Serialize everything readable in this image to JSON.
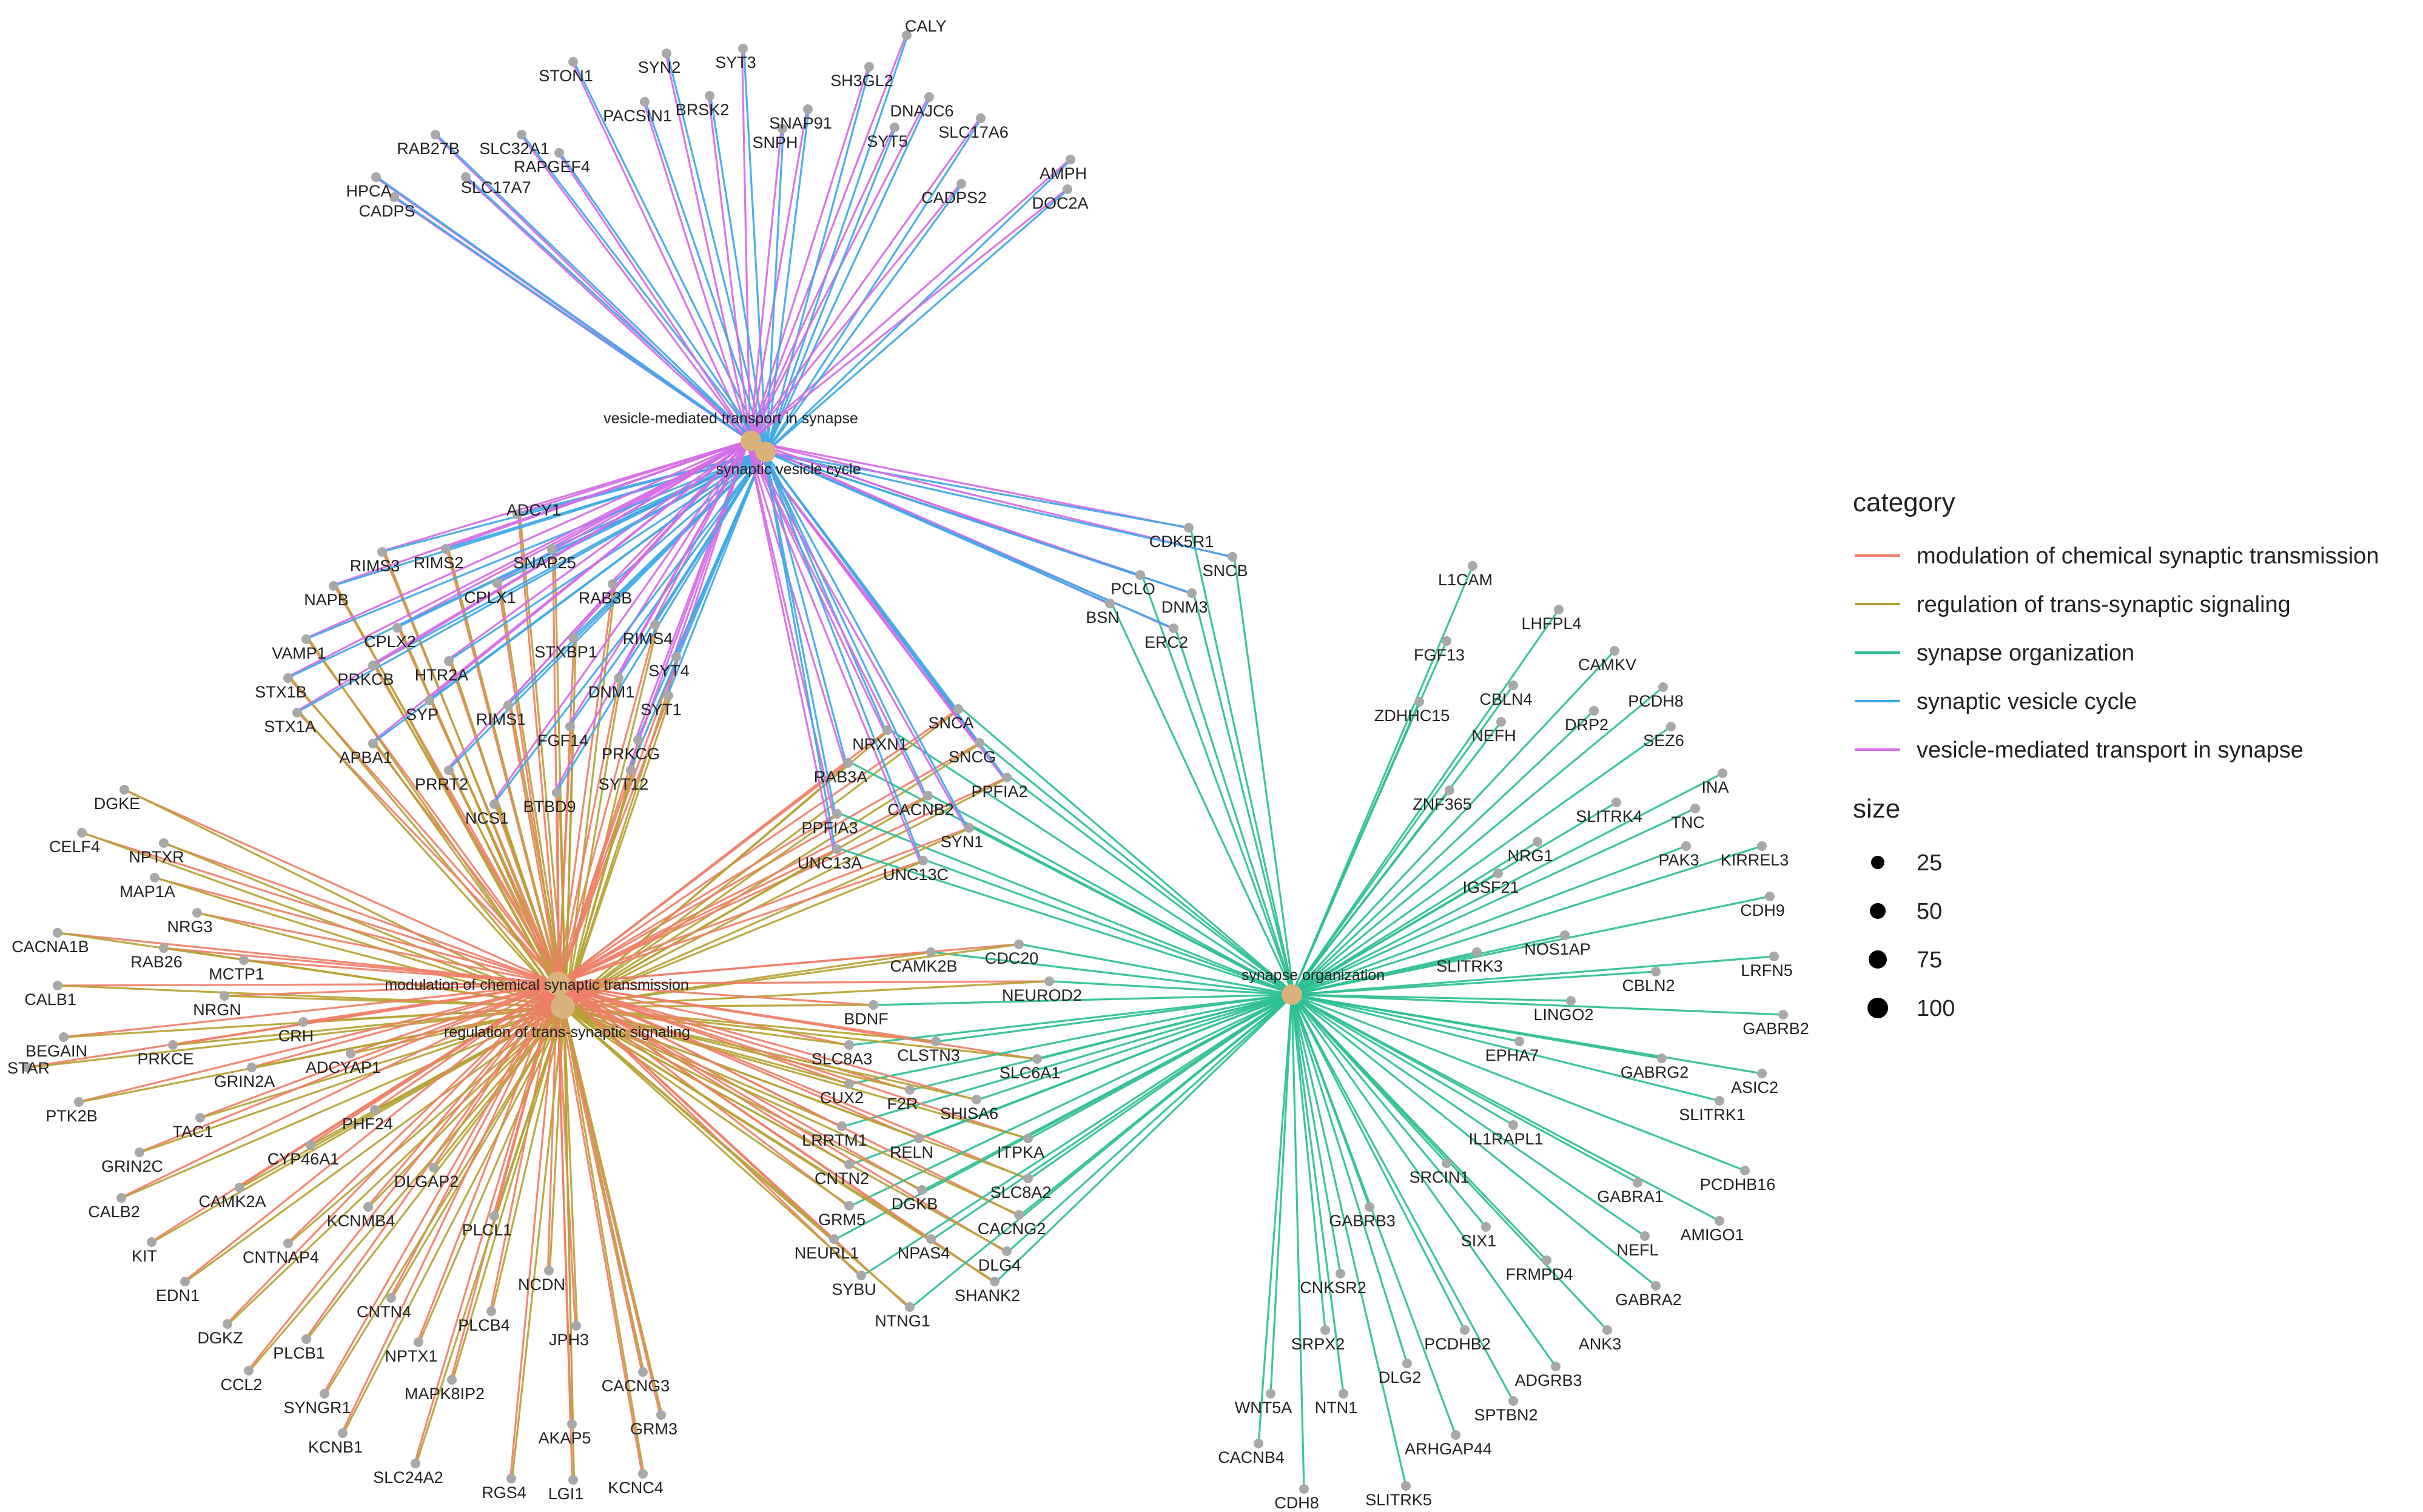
{
  "legend": {
    "category_title": "category",
    "size_title": "size",
    "categories": [
      {
        "label": "modulation of chemical synaptic transmission",
        "color": "#F07E68"
      },
      {
        "label": "regulation of trans-synaptic signaling",
        "color": "#B5A334"
      },
      {
        "label": "synapse organization",
        "color": "#2CBF94"
      },
      {
        "label": "synaptic vesicle cycle",
        "color": "#3EA8E6"
      },
      {
        "label": "vesicle-mediated transport in synapse",
        "color": "#D66BE6"
      }
    ],
    "sizes": [
      "25",
      "50",
      "75",
      "100"
    ]
  },
  "hubs": {
    "vesicle": "vesicle-mediated transport in synapse",
    "svc": "synaptic vesicle cycle",
    "mod": "modulation of chemical synaptic transmission",
    "reg": "regulation of trans-synaptic signaling",
    "org": "synapse organization"
  },
  "genes": {
    "vesicle_only": [
      "STON1",
      "SYN2",
      "SYT3",
      "CALY",
      "SH3GL2",
      "DNAJC6",
      "PACSIN1",
      "BRSK2",
      "SNAP91",
      "SLC17A6",
      "RAB27B",
      "SLC32A1",
      "RAPGEF4",
      "SNPH",
      "SYT5",
      "AMPH",
      "HPCA",
      "SLC17A7",
      "CADPS",
      "CADPS2",
      "DOC2A"
    ],
    "vesicle_org": [
      "CDK5R1",
      "SNCB",
      "PCLO",
      "DNM3",
      "BSN",
      "ERC2"
    ],
    "vesicle_mod": [
      "ADCY1",
      "RIMS3",
      "RIMS2",
      "SNAP25",
      "NAPB",
      "CPLX1",
      "RAB3B",
      "VAMP1",
      "CPLX2",
      "STXBP1",
      "RIMS4",
      "STX1B",
      "PRKCB",
      "HTR2A",
      "SYT4",
      "STX1A",
      "SYP",
      "DNM1",
      "SYT1",
      "RIMS1",
      "FGF14",
      "PRKCG",
      "APBA1",
      "PRRT2",
      "SYT12",
      "NCS1",
      "BTBD9"
    ],
    "all": [
      "NRXN1",
      "SNCA",
      "SNCG",
      "RAB3A",
      "PPFIA2",
      "CACNB2",
      "PPFIA3",
      "SYN1",
      "UNC13A",
      "UNC13C"
    ],
    "mod_only": [
      "DGKE",
      "CELF4",
      "NPTXR",
      "MAP1A",
      "NRG3",
      "CACNA1B",
      "RAB26",
      "MCTP1",
      "CALB1",
      "NRGN",
      "CRH",
      "BEGAIN",
      "PRKCE",
      "STAR",
      "GRIN2A",
      "ADCYAP1",
      "PTK2B",
      "TAC1",
      "PHF24",
      "GRIN2C",
      "CYP46A1",
      "CALB2",
      "CAMK2A",
      "DLGAP2",
      "KIT",
      "KCNMB4",
      "EDN1",
      "CNTNAP4",
      "PLCL1",
      "DGKZ",
      "CNTN4",
      "NCDN",
      "PLCB1",
      "PLCB4",
      "CCL2",
      "NPTX1",
      "JPH3",
      "SYNGR1",
      "MAPK8IP2",
      "CACNG3",
      "KCNB1",
      "AKAP5",
      "GRM3",
      "SLC24A2",
      "RGS4",
      "LGI1",
      "KCNC4"
    ],
    "mod_org": [
      "CAMK2B",
      "CDC20",
      "NEUROD2",
      "BDNF",
      "CLSTN3",
      "SLC8A3",
      "SLC6A1",
      "CUX2",
      "F2R",
      "SHISA6",
      "LRRTM1",
      "RELN",
      "ITPKA",
      "CNTN2",
      "DGKB",
      "SLC8A2",
      "GRM5",
      "CACNG2",
      "NEURL1",
      "NPAS4",
      "DLG4",
      "SYBU",
      "SHANK2",
      "NTNG1"
    ],
    "org_only": [
      "L1CAM",
      "LHFPL4",
      "FGF13",
      "CAMKV",
      "CBLN4",
      "PCDH8",
      "ZDHHC15",
      "NEFH",
      "DRP2",
      "SEZ6",
      "INA",
      "ZNF365",
      "SLITRK4",
      "TNC",
      "NRG1",
      "PAK3",
      "KIRREL3",
      "IGSF21",
      "CDH9",
      "NOS1AP",
      "SLITRK3",
      "LRFN5",
      "CBLN2",
      "LINGO2",
      "GABRB2",
      "EPHA7",
      "GABRG2",
      "ASIC2",
      "SLITRK1",
      "IL1RAPL1",
      "PCDHB16",
      "SRCIN1",
      "GABRA1",
      "AMIGO1",
      "GABRB3",
      "SIX1",
      "NEFL",
      "FRMPD4",
      "CNKSR2",
      "GABRA2",
      "PCDHB2",
      "ANK3",
      "SRPX2",
      "DLG2",
      "ADGRB3",
      "WNT5A",
      "NTN1",
      "SPTBN2",
      "ARHGAP44",
      "CACNB4",
      "CDH8",
      "SLITRK5"
    ]
  }
}
